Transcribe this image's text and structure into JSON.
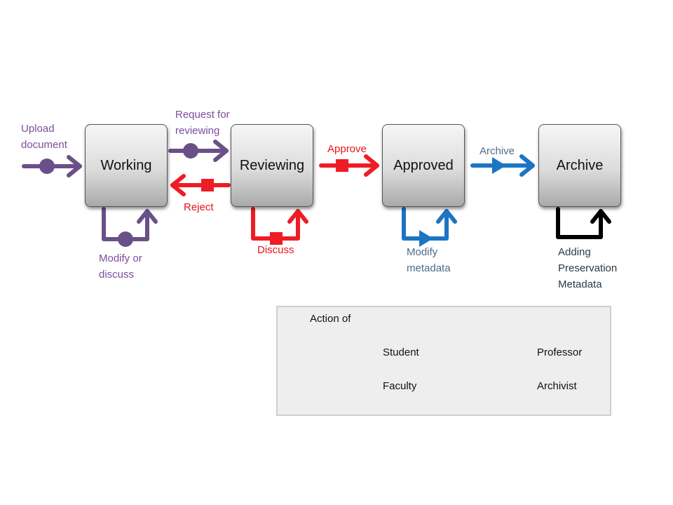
{
  "colors": {
    "student": "#6a5088",
    "professor": "#ee1c25",
    "faculty": "#1b75c2",
    "archivist": "#000000"
  },
  "states": {
    "working": "Working",
    "reviewing": "Reviewing",
    "approved": "Approved",
    "archive": "Archive"
  },
  "labels": {
    "upload": "Upload\ndocument",
    "request": "Request for\nreviewing",
    "reject": "Reject",
    "modify_discuss": "Modify or\ndiscuss",
    "approve": "Approve",
    "discuss": "Discuss",
    "archive": "Archive",
    "modify_metadata": "Modify\nmetadata",
    "adding_preservation": "Adding\nPreservation\nMetadata"
  },
  "legend": {
    "title": "Action of",
    "student": "Student",
    "professor": "Professor",
    "faculty": "Faculty",
    "archivist": "Archivist"
  }
}
